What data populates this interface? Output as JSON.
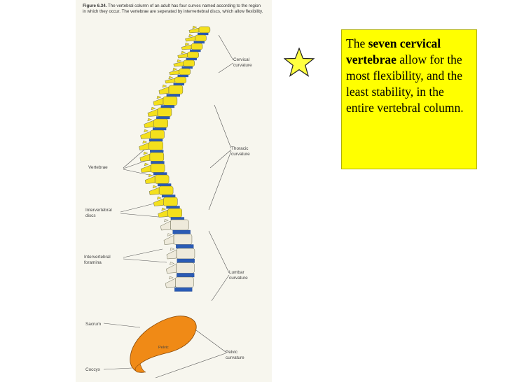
{
  "caption": {
    "figure_label": "Figure 6.34.",
    "text": "The vertebral column of an adult has four curves named according to the region in which they occur. The vertebrae are seperated by intervertebral discs, which allow flexibility."
  },
  "labels": {
    "cervical": "Cervical\ncurvature",
    "thoracic": "Thoracic\ncurvature",
    "lumbar": "Lumbar\ncurvature",
    "pelvic": "Pelvic\ncurvature",
    "vertebrae": "Vertebrae",
    "discs": "Intervertebral\ndiscs",
    "foramina": "Intervertebral\nforamina",
    "sacrum": "Sacrum",
    "coccyx": "Coccyx",
    "pelvic_small": "Pelvic"
  },
  "callout": {
    "prefix": "The ",
    "bold": "seven cervical vertebrae",
    "rest": " allow for the most flexibility, and the least stability, in the entire vertebral column."
  },
  "colors": {
    "cervical_thoracic": "#f4e01c",
    "lumbar": "#eeeadb",
    "disc": "#2a5bb5",
    "sacrum": "#f08a16",
    "callout_bg": "#ffff00",
    "star": "#ffff40"
  },
  "star_icon": "star-icon"
}
